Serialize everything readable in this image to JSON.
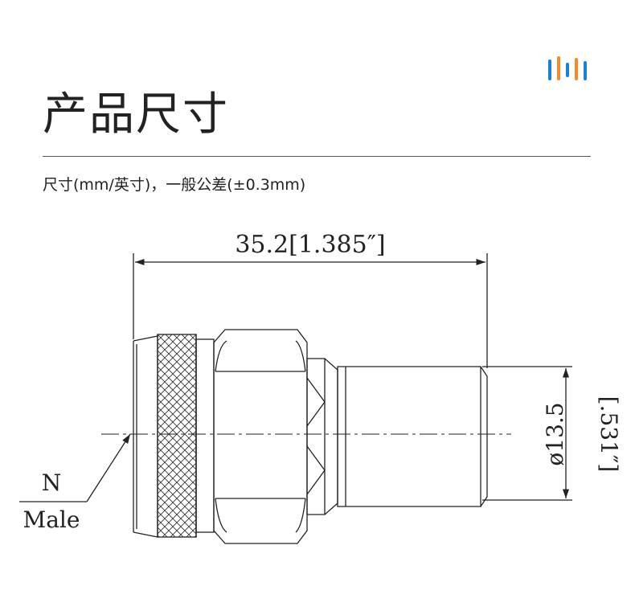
{
  "header": {
    "title": "产品尺寸",
    "subtitle": "尺寸(mm/英寸)，一般公差(±0.3mm)",
    "logo_colors": [
      "#1f7fd1",
      "#f28a2e",
      "#1f7fd1",
      "#f28a2e",
      "#1f7fd1"
    ]
  },
  "drawing": {
    "length_dimension": "35.2[1.385″]",
    "diameter_dimension": "ø13.5",
    "diameter_imperial": "[.531″]",
    "connector_label_line1": "N",
    "connector_label_line2": "Male"
  }
}
